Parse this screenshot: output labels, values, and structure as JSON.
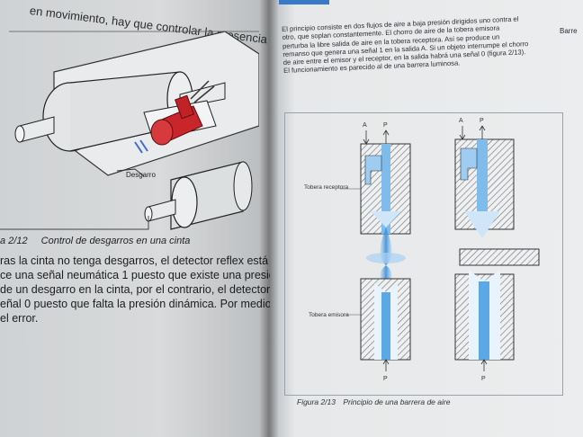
{
  "left_page": {
    "top_text": "en movimiento, hay que controlar la presencia de desgarros",
    "illustration_label": "Desgarro",
    "caption_number": "a 2/12",
    "caption_title": "Control de desgarros en una cinta",
    "body_lines": [
      "ras la cinta no tenga desgarros, el detector reflex está activo",
      "ce una señal neumática 1 puesto que existe una presión dinámica",
      "de un desgarro en la cinta, por el contrario, el detector reflex emite",
      "eñal 0 puesto que falta la presión dinámica. Por medio de la señal",
      "el error."
    ]
  },
  "right_page": {
    "side_word": "Barre",
    "body_lines": [
      "El principio consiste en dos flujos de aire a baja presión dirigidos uno contra el",
      "otro, que soplan constantemente. El chorro de aire de la tobera emisora",
      "perturba la libre salida de aire en la tobera receptora. Así se produce un",
      "remanso que genera una señal 1 en la salida A. Si un objeto interrumpe el chorro",
      "de aire entre el emisor y el receptor, en la salida habrá una señal 0 (figura 2/13).",
      "El funcionamiento es parecido al de una barrera luminosa."
    ],
    "figure": {
      "label_receiver": "Tobera receptora",
      "label_emitter": "Tobera emisora",
      "letter_a": "A",
      "letter_p": "P",
      "caption_number": "Figura 2/13",
      "caption_title": "Principio de una barrera de aire"
    }
  },
  "colors": {
    "air_blue": "#5aa8e6",
    "hatch": "#6b6f75",
    "accent_tab": "#3a78c8"
  }
}
